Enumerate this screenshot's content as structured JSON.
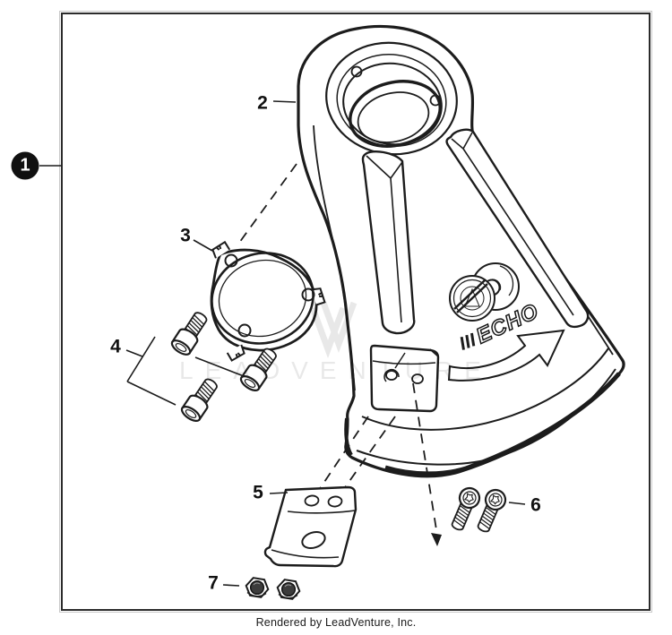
{
  "page": {
    "footer_text": "Rendered by LeadVenture, Inc.",
    "watermark_text": "LEADVENTURE",
    "background_color": "#ffffff",
    "border_color": "#2b2b2b"
  },
  "diagram": {
    "brand_logo_text": "ECHO",
    "line_color": "#1c1c1c",
    "watermark_color": "rgba(0,0,0,0.09)",
    "callouts": [
      {
        "num": "1"
      },
      {
        "num": "2"
      },
      {
        "num": "3"
      },
      {
        "num": "4"
      },
      {
        "num": "5"
      },
      {
        "num": "6"
      },
      {
        "num": "7"
      }
    ]
  }
}
